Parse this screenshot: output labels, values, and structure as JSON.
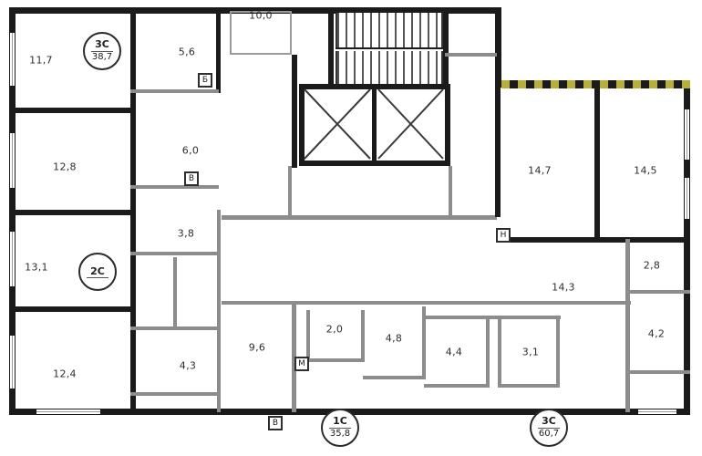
{
  "plan": {
    "colors": {
      "wall": "#1b1b1b",
      "partition": "#8c8c8c",
      "insulation_hatch": "#b9ae3c"
    },
    "rooms": [
      {
        "label": "11,7"
      },
      {
        "label": "5,6"
      },
      {
        "label": "10,0"
      },
      {
        "label": "12,8"
      },
      {
        "label": "6,0"
      },
      {
        "label": "3,8"
      },
      {
        "label": "13,1"
      },
      {
        "label": "14,7"
      },
      {
        "label": "14,5"
      },
      {
        "label": "14,3"
      },
      {
        "label": "2,8"
      },
      {
        "label": "4,2"
      },
      {
        "label": "12,4"
      },
      {
        "label": "9,6"
      },
      {
        "label": "2,0"
      },
      {
        "label": "4,8"
      },
      {
        "label": "4,4"
      },
      {
        "label": "3,1"
      },
      {
        "label": "4,3"
      }
    ],
    "badges": [
      {
        "type": "3С",
        "area": "38,7"
      },
      {
        "type": "2С",
        "area": ""
      },
      {
        "type": "1С",
        "area": "35,8"
      },
      {
        "type": "3С",
        "area": "60,7"
      }
    ],
    "axis_markers": [
      {
        "label": "Б"
      },
      {
        "label": "В"
      },
      {
        "label": "М"
      },
      {
        "label": "Н"
      },
      {
        "label": "В"
      }
    ]
  }
}
